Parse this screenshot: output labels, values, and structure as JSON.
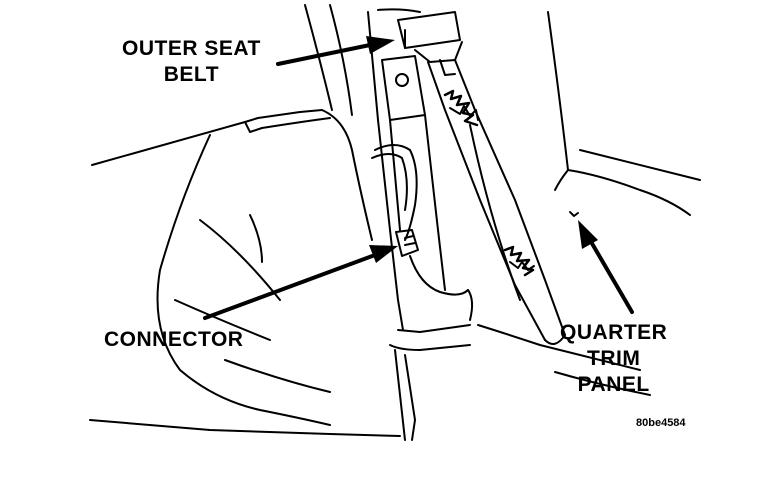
{
  "figure_id": "80be4584",
  "labels": {
    "outer_seat_belt": {
      "line1": "OUTER SEAT",
      "line2": "BELT"
    },
    "connector": "CONNECTOR",
    "quarter_trim_panel": {
      "line1": "QUARTER",
      "line2": "TRIM",
      "line3": "PANEL"
    }
  },
  "colors": {
    "ink": "#000000",
    "paper": "#ffffff"
  }
}
